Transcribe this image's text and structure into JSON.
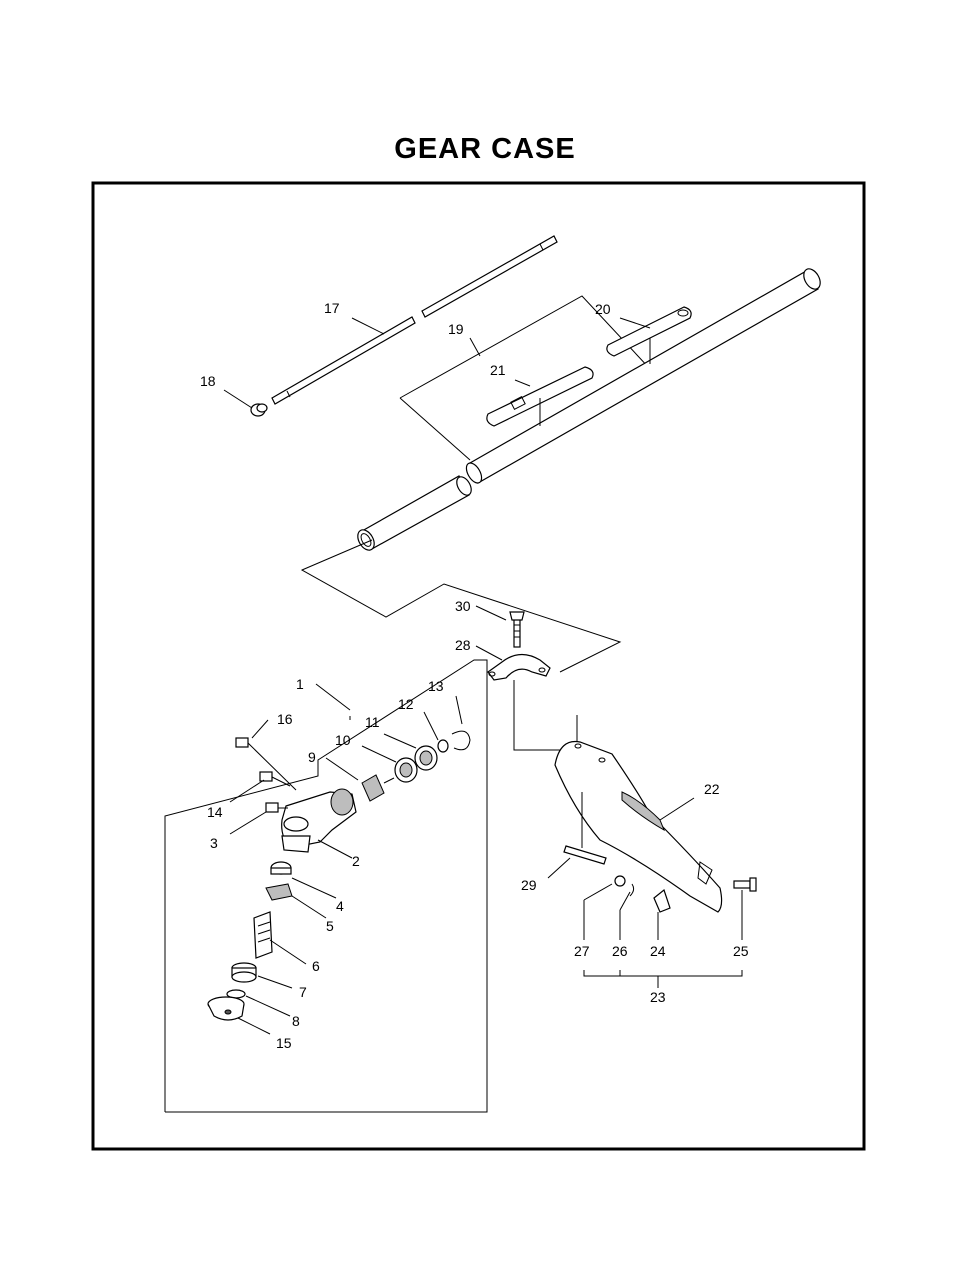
{
  "title": "GEAR CASE",
  "callouts": {
    "c1": "1",
    "c2": "2",
    "c3": "3",
    "c4": "4",
    "c5": "5",
    "c6": "6",
    "c7": "7",
    "c8": "8",
    "c9": "9",
    "c10": "10",
    "c11": "11",
    "c12": "12",
    "c13": "13",
    "c14": "14",
    "c15": "15",
    "c16": "16",
    "c17": "17",
    "c18": "18",
    "c19": "19",
    "c20": "20",
    "c21": "21",
    "c22": "22",
    "c23": "23",
    "c24": "24",
    "c25": "25",
    "c26": "26",
    "c27": "27",
    "c28": "28",
    "c29": "29",
    "c30": "30"
  }
}
